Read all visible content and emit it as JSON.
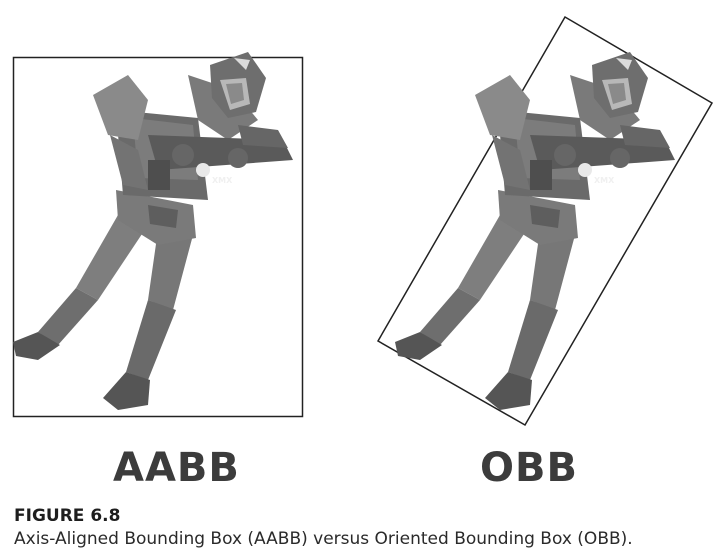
{
  "panels": {
    "left_label": "AABB",
    "right_label": "OBB"
  },
  "emblem_text": "XMX",
  "caption": {
    "number": "FIGURE 6.8",
    "text": "Axis-Aligned Bounding Box (AABB) versus Oriented Bounding Box (OBB)."
  },
  "colors": {
    "figure_dark": "#4a4a4a",
    "figure_mid": "#6e6e6e",
    "figure_light": "#9a9a9a",
    "box_stroke": "#222222"
  }
}
